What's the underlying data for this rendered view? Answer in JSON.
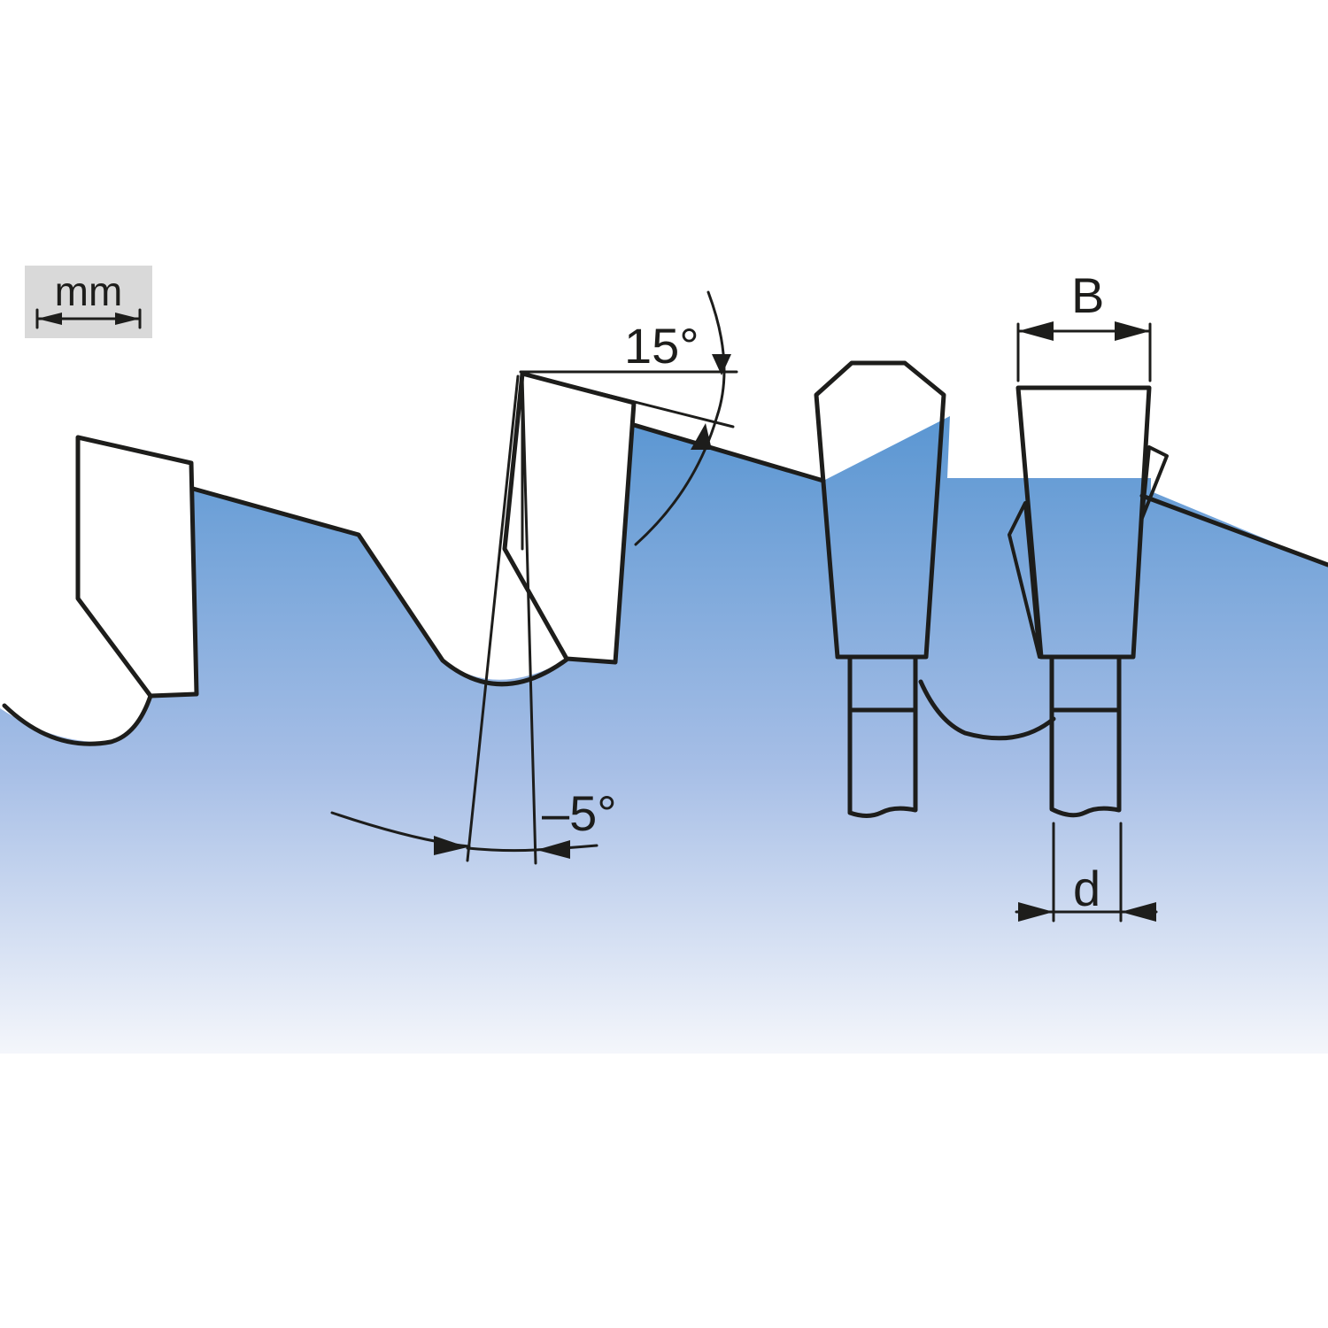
{
  "unit_badge": {
    "text": "mm"
  },
  "labels": {
    "hook_angle": "15°",
    "clearance_angle": "–5°",
    "kerf_width": "B",
    "plate_thickness": "d"
  },
  "colors": {
    "blade_top": "#5a96d2",
    "blade_bottom": "#ffffff",
    "tooth_dark": "#1d1d1b",
    "badge_bg": "#d9d9d9",
    "outline": "#1d1d1b"
  }
}
